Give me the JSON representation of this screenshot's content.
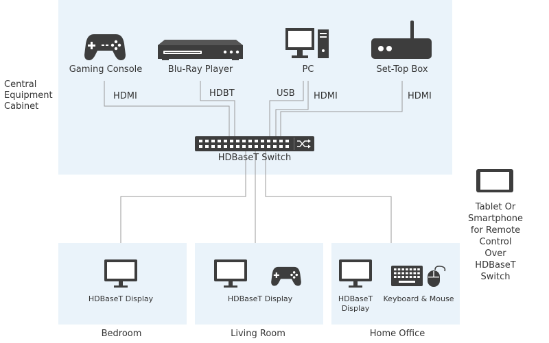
{
  "central": {
    "label": "Central\nEquipment\nCabinet",
    "devices": {
      "gaming_console": "Gaming Console",
      "bluray": "Blu-Ray Player",
      "pc": "PC",
      "settop": "Set-Top Box"
    },
    "links": {
      "gaming_hdmi": "HDMI",
      "bluray_hdbt": "HDBT",
      "pc_usb": "USB",
      "pc_hdmi": "HDMI",
      "settop_hdmi": "HDMI"
    },
    "switch_label": "HDBaseT Switch"
  },
  "tablet": {
    "label": "Tablet Or Smartphone\nfor Remote Control\nOver HDBaseT Switch"
  },
  "rooms": {
    "bedroom": {
      "name": "Bedroom",
      "display": "HDBaseT Display"
    },
    "living_room": {
      "name": "Living Room",
      "display": "HDBaseT Display"
    },
    "home_office": {
      "name": "Home Office",
      "display": "HDBaseT\nDisplay",
      "peripherals": "Keyboard & Mouse"
    }
  },
  "colors": {
    "panel": "#eaf3fa",
    "icon": "#3d3d3d",
    "wire": "#9a9a9a",
    "text": "#333333"
  }
}
